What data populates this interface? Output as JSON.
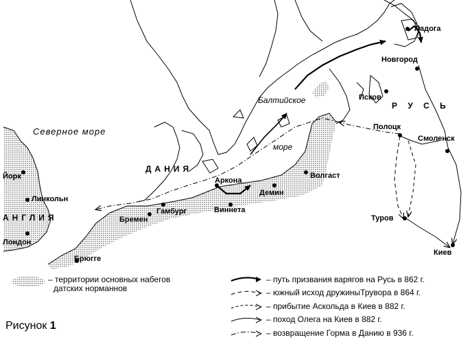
{
  "colors": {
    "line": "#000000",
    "hatch": "#9a9a9a",
    "bg": "#ffffff"
  },
  "seas": {
    "north_sea": "Северное море",
    "baltic_1": "Балтийское",
    "baltic_2": "море"
  },
  "countries": {
    "denmark": "ДАНИЯ",
    "england": "АНГЛИЯ",
    "rus": "Р У С Ь"
  },
  "cities": {
    "ladoga": "Ладога",
    "novgorod": "Новгород",
    "pskov": "Псков",
    "polotsk": "Полоцк",
    "smolensk": "Смоленск",
    "turov": "Туров",
    "kiev": "Киев",
    "york": "Йорк",
    "lincoln": "Линкольн",
    "london": "Лондон",
    "bruges": "Брюгге",
    "bremen": "Бремен",
    "hamburg": "Гамбург",
    "vinneta": "Виннета",
    "arkona": "Аркона",
    "demin": "Демин",
    "volgast": "Волгаст"
  },
  "legend": {
    "raids_line1": "– территории основных набегов",
    "raids_line2": "датских норманнов",
    "route_862": "– путь призвания варягов на Русь в 862 г.",
    "route_864": "– южный исход дружиныТрувора в 864 г.",
    "route_askold": "– прибытие Аскольда в Киев в 882 г.",
    "route_oleg": "– поход Олега на Киев в 882 г.",
    "route_gorm": "– возвращение Горма в Данию в 936 г."
  },
  "figure": {
    "prefix": "Рисунок",
    "number": "1"
  }
}
